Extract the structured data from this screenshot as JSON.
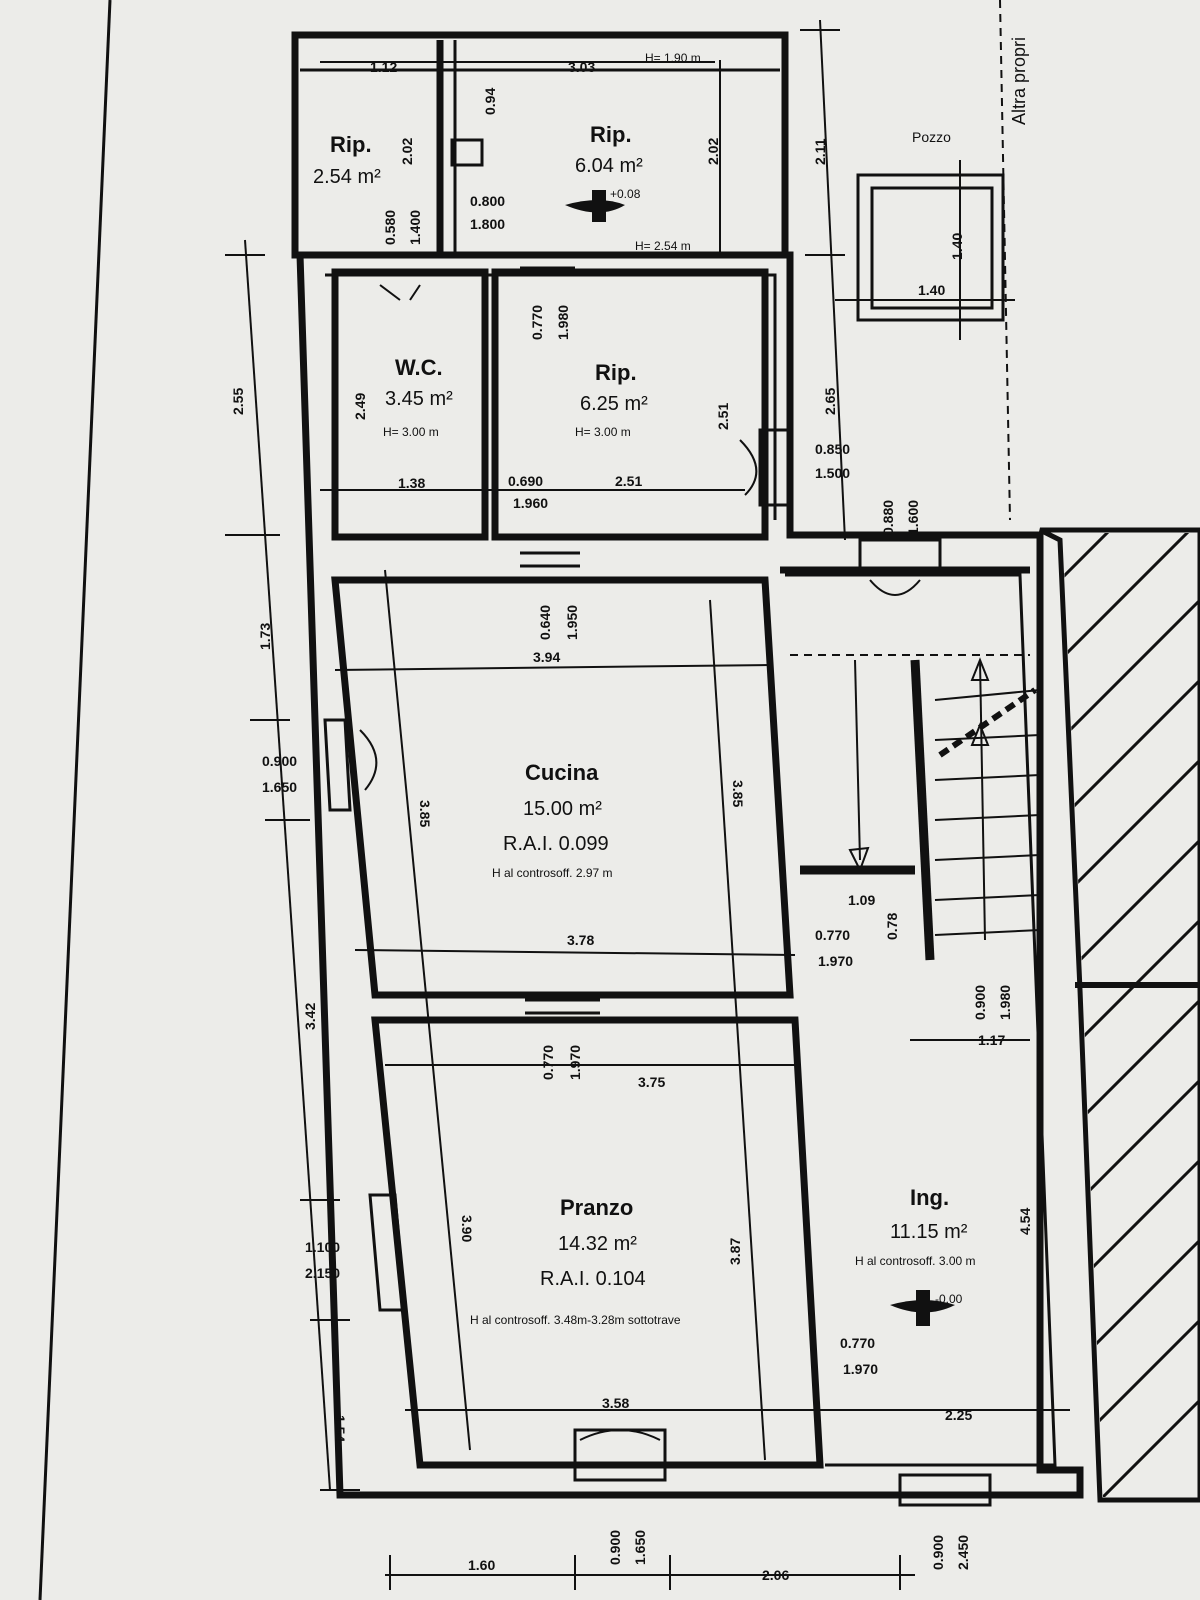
{
  "neighbour_label": "Altra propri",
  "well_label": "Pozzo",
  "rooms": {
    "rip_small": {
      "name": "Rip.",
      "area": "2.54 m²"
    },
    "rip_top": {
      "name": "Rip.",
      "area": "6.04 m²",
      "level": "+0.08",
      "height": "H= 1.90 m",
      "height2": "H= 2.54 m"
    },
    "wc": {
      "name": "W.C.",
      "area": "3.45 m²",
      "height": "H= 3.00 m"
    },
    "rip_mid": {
      "name": "Rip.",
      "area": "6.25 m²",
      "height": "H= 3.00 m"
    },
    "cucina": {
      "name": "Cucina",
      "area": "15.00 m²",
      "rai": "R.A.I. 0.099",
      "height": "H al controsoff. 2.97 m"
    },
    "pranzo": {
      "name": "Pranzo",
      "area": "14.32 m²",
      "rai": "R.A.I. 0.104",
      "height": "H al controsoff. 3.48m-3.28m sottotrave"
    },
    "ingresso": {
      "name": "Ing.",
      "area": "11.15 m²",
      "height": "H al controsoff. 3.00 m",
      "level": "-0.00"
    }
  },
  "dims": {
    "d112": "1.12",
    "d303": "3.03",
    "d202a": "2.02",
    "d202b": "2.02",
    "d094": "0.94",
    "d0800": "0.800",
    "d1800": "1.800",
    "d0580": "0.580",
    "d1400": "1.400",
    "d211": "2.11",
    "d140a": "1.40",
    "d140b": "1.40",
    "d255": "2.55",
    "d249": "2.49",
    "d138": "1.38",
    "d0770a": "0.770",
    "d1980": "1.980",
    "d0690": "0.690",
    "d1960": "1.960",
    "d251a": "2.51",
    "d251b": "2.51",
    "d265": "2.65",
    "d0850": "0.850",
    "d1500": "1.500",
    "d0880": "0.880",
    "d1600": "1.600",
    "d0640": "0.640",
    "d1950": "1.950",
    "d394": "3.94",
    "d173": "1.73",
    "d0900": "0.900",
    "d1650": "1.650",
    "d385a": "3.85",
    "d385b": "3.85",
    "d378": "3.78",
    "d109": "1.09",
    "d078": "0.78",
    "d0770b": "0.770",
    "d1970a": "1.970",
    "d0900b": "0.900",
    "d1980b": "1.980",
    "d117": "1.17",
    "d342": "3.42",
    "d0770c": "0.770",
    "d1970b": "1.970",
    "d375": "3.75",
    "d1100": "1.100",
    "d2150": "2.150",
    "d390": "3.90",
    "d387": "3.87",
    "d454": "4.54",
    "d0770d": "0.770",
    "d1970c": "1.970",
    "d154": "1.54",
    "d358": "3.58",
    "d225": "2.25",
    "d160": "1.60",
    "d206": "2.06",
    "d0900c": "0.900",
    "d1650b": "1.650",
    "d0900d": "0.900",
    "d2450": "2.450"
  }
}
